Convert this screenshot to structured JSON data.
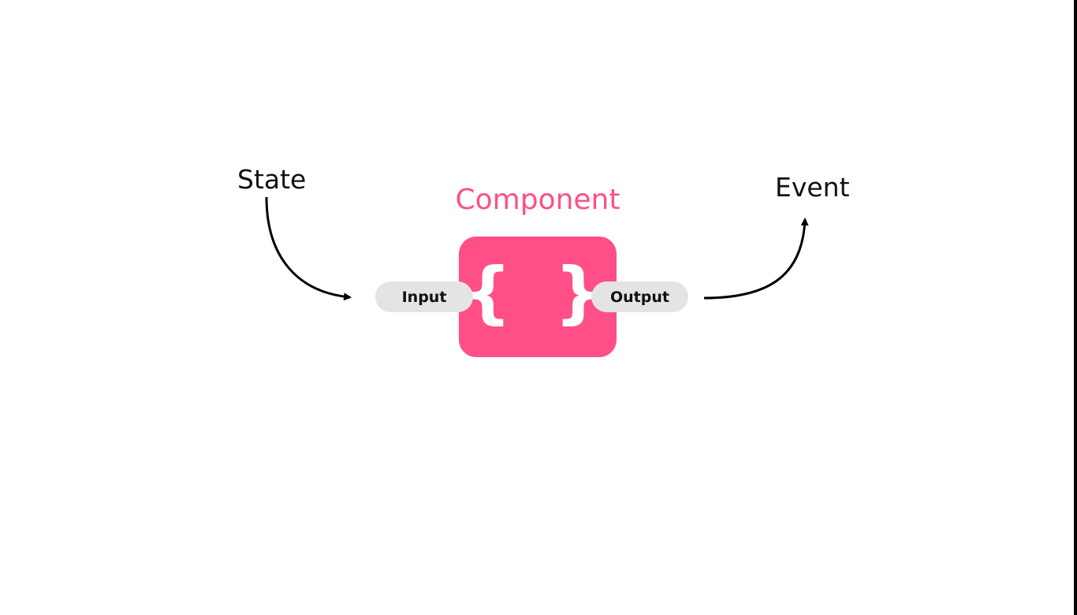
{
  "diagram": {
    "state_label": "State",
    "event_label": "Event",
    "component_title": "Component",
    "component_symbol": "{ }",
    "input_label": "Input",
    "output_label": "Output"
  },
  "colors": {
    "accent": "#ff4f86",
    "port_fill": "#e4e4e7",
    "text": "#111111",
    "arrow": "#000000"
  },
  "icons": {
    "component_icon": "curly-braces-icon",
    "state_arrow": "curved-arrow-right-icon",
    "event_arrow": "curved-arrow-up-icon"
  }
}
